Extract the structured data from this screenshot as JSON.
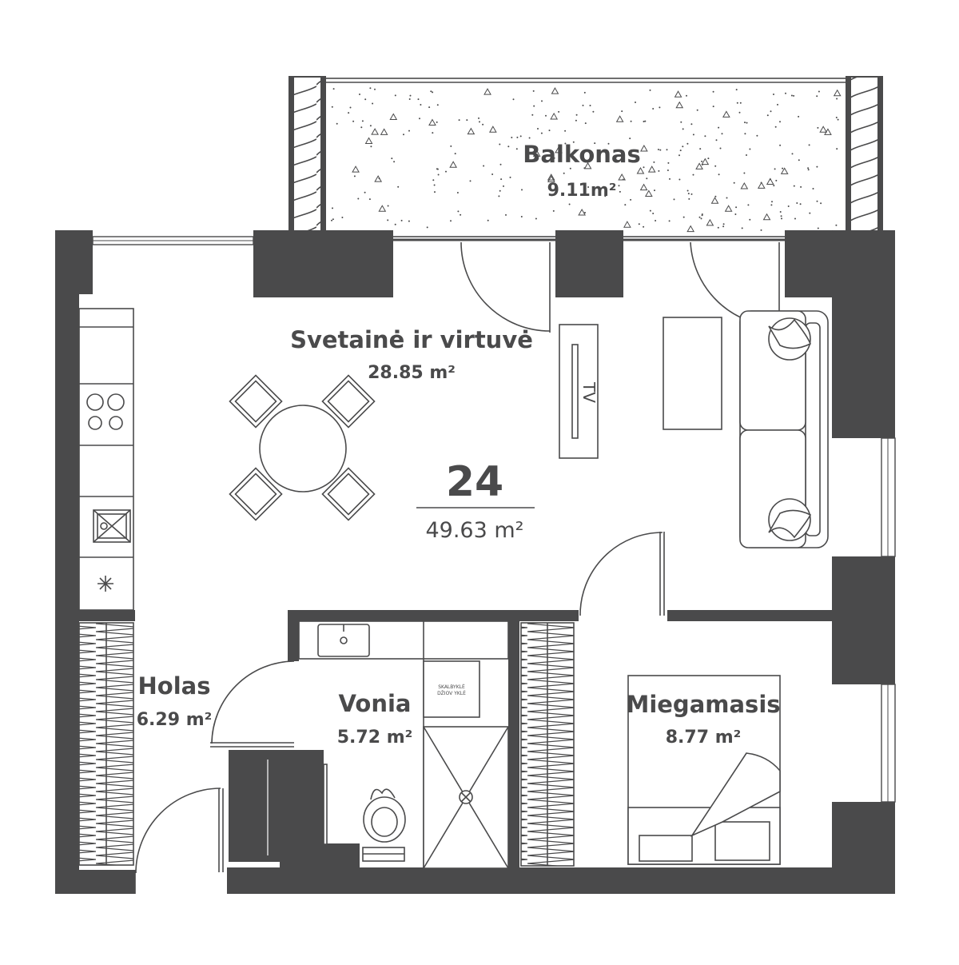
{
  "apartment": {
    "number": "24",
    "total_area": "49.63 m²"
  },
  "rooms": {
    "balcony": {
      "name": "Balkonas",
      "area": "9.11m²"
    },
    "living": {
      "name": "Svetainė ir virtuvė",
      "area": "28.85 m²"
    },
    "hall": {
      "name": "Holas",
      "area": "6.29 m²"
    },
    "bathroom": {
      "name": "Vonia",
      "area": "5.72 m²"
    },
    "bedroom": {
      "name": "Miegamasis",
      "area": "8.77 m²"
    }
  },
  "labels": {
    "tv": "TV",
    "laundry_line1": "SKALBYKLĖ",
    "laundry_line2": "DŽIOV YKLĖ"
  },
  "colors": {
    "wall": "#4a4a4b",
    "background": "#ffffff"
  }
}
